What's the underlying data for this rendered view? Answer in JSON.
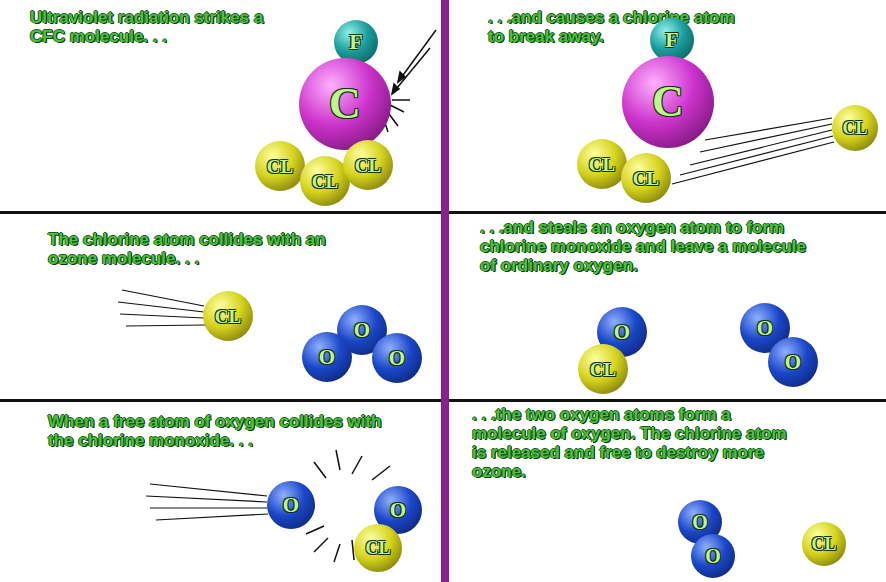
{
  "diagram": {
    "nodes": [
      {
        "text": [
          "Ultraviolet radiation strikes a CFC molecule. . ."
        ]
      },
      {
        "text": [
          "F"
        ],
        "in": 0
      },
      {
        "text": [
          "C"
        ],
        "in": 0
      },
      {
        "text": [
          "CL"
        ],
        "in": 0
      },
      {
        "text": [
          "CL"
        ],
        "in": 0
      },
      {
        "text": [
          "CL"
        ],
        "in": 0
      },
      {
        "text": [
          ". . .and causes a chlorine atom to break away."
        ]
      },
      {
        "text": [
          "F"
        ],
        "in": 6
      },
      {
        "text": [
          "C"
        ],
        "in": 6
      },
      {
        "text": [
          "CL"
        ],
        "in": 6
      },
      {
        "text": [
          "CL"
        ],
        "in": 6
      },
      {
        "text": [
          "CL"
        ],
        "in": 6
      },
      {
        "text": [
          "The chlorine atom collides with an ozone molecule. . ."
        ]
      },
      {
        "text": [
          "CL"
        ],
        "in": 12
      },
      {
        "text": [
          "O"
        ],
        "in": 12
      },
      {
        "text": [
          "O"
        ],
        "in": 12
      },
      {
        "text": [
          "O"
        ],
        "in": 12
      },
      {
        "text": [
          ". . .and steals an oxygen atom to form chlorine monoxide and leave a molecule of ordinary oxygen."
        ]
      },
      {
        "text": [
          "O"
        ],
        "in": 17
      },
      {
        "text": [
          "CL"
        ],
        "in": 17
      },
      {
        "text": [
          "O"
        ],
        "in": 17
      },
      {
        "text": [
          "O"
        ],
        "in": 17
      },
      {
        "text": [
          "When a free atom of oxygen collides with the chlorine monoxide. . ."
        ]
      },
      {
        "text": [
          "O"
        ],
        "in": 22
      },
      {
        "text": [
          "O"
        ],
        "in": 22
      },
      {
        "text": [
          "CL"
        ],
        "in": 22
      },
      {
        "text": [
          ". . .the two oxygen atoms form a molecule of oxygen. The chlorine atom is released and free to destroy more ozone."
        ]
      },
      {
        "text": [
          "O"
        ],
        "in": 26
      },
      {
        "text": [
          "O"
        ],
        "in": 26
      },
      {
        "text": [
          "CL"
        ],
        "in": 26
      }
    ]
  }
}
